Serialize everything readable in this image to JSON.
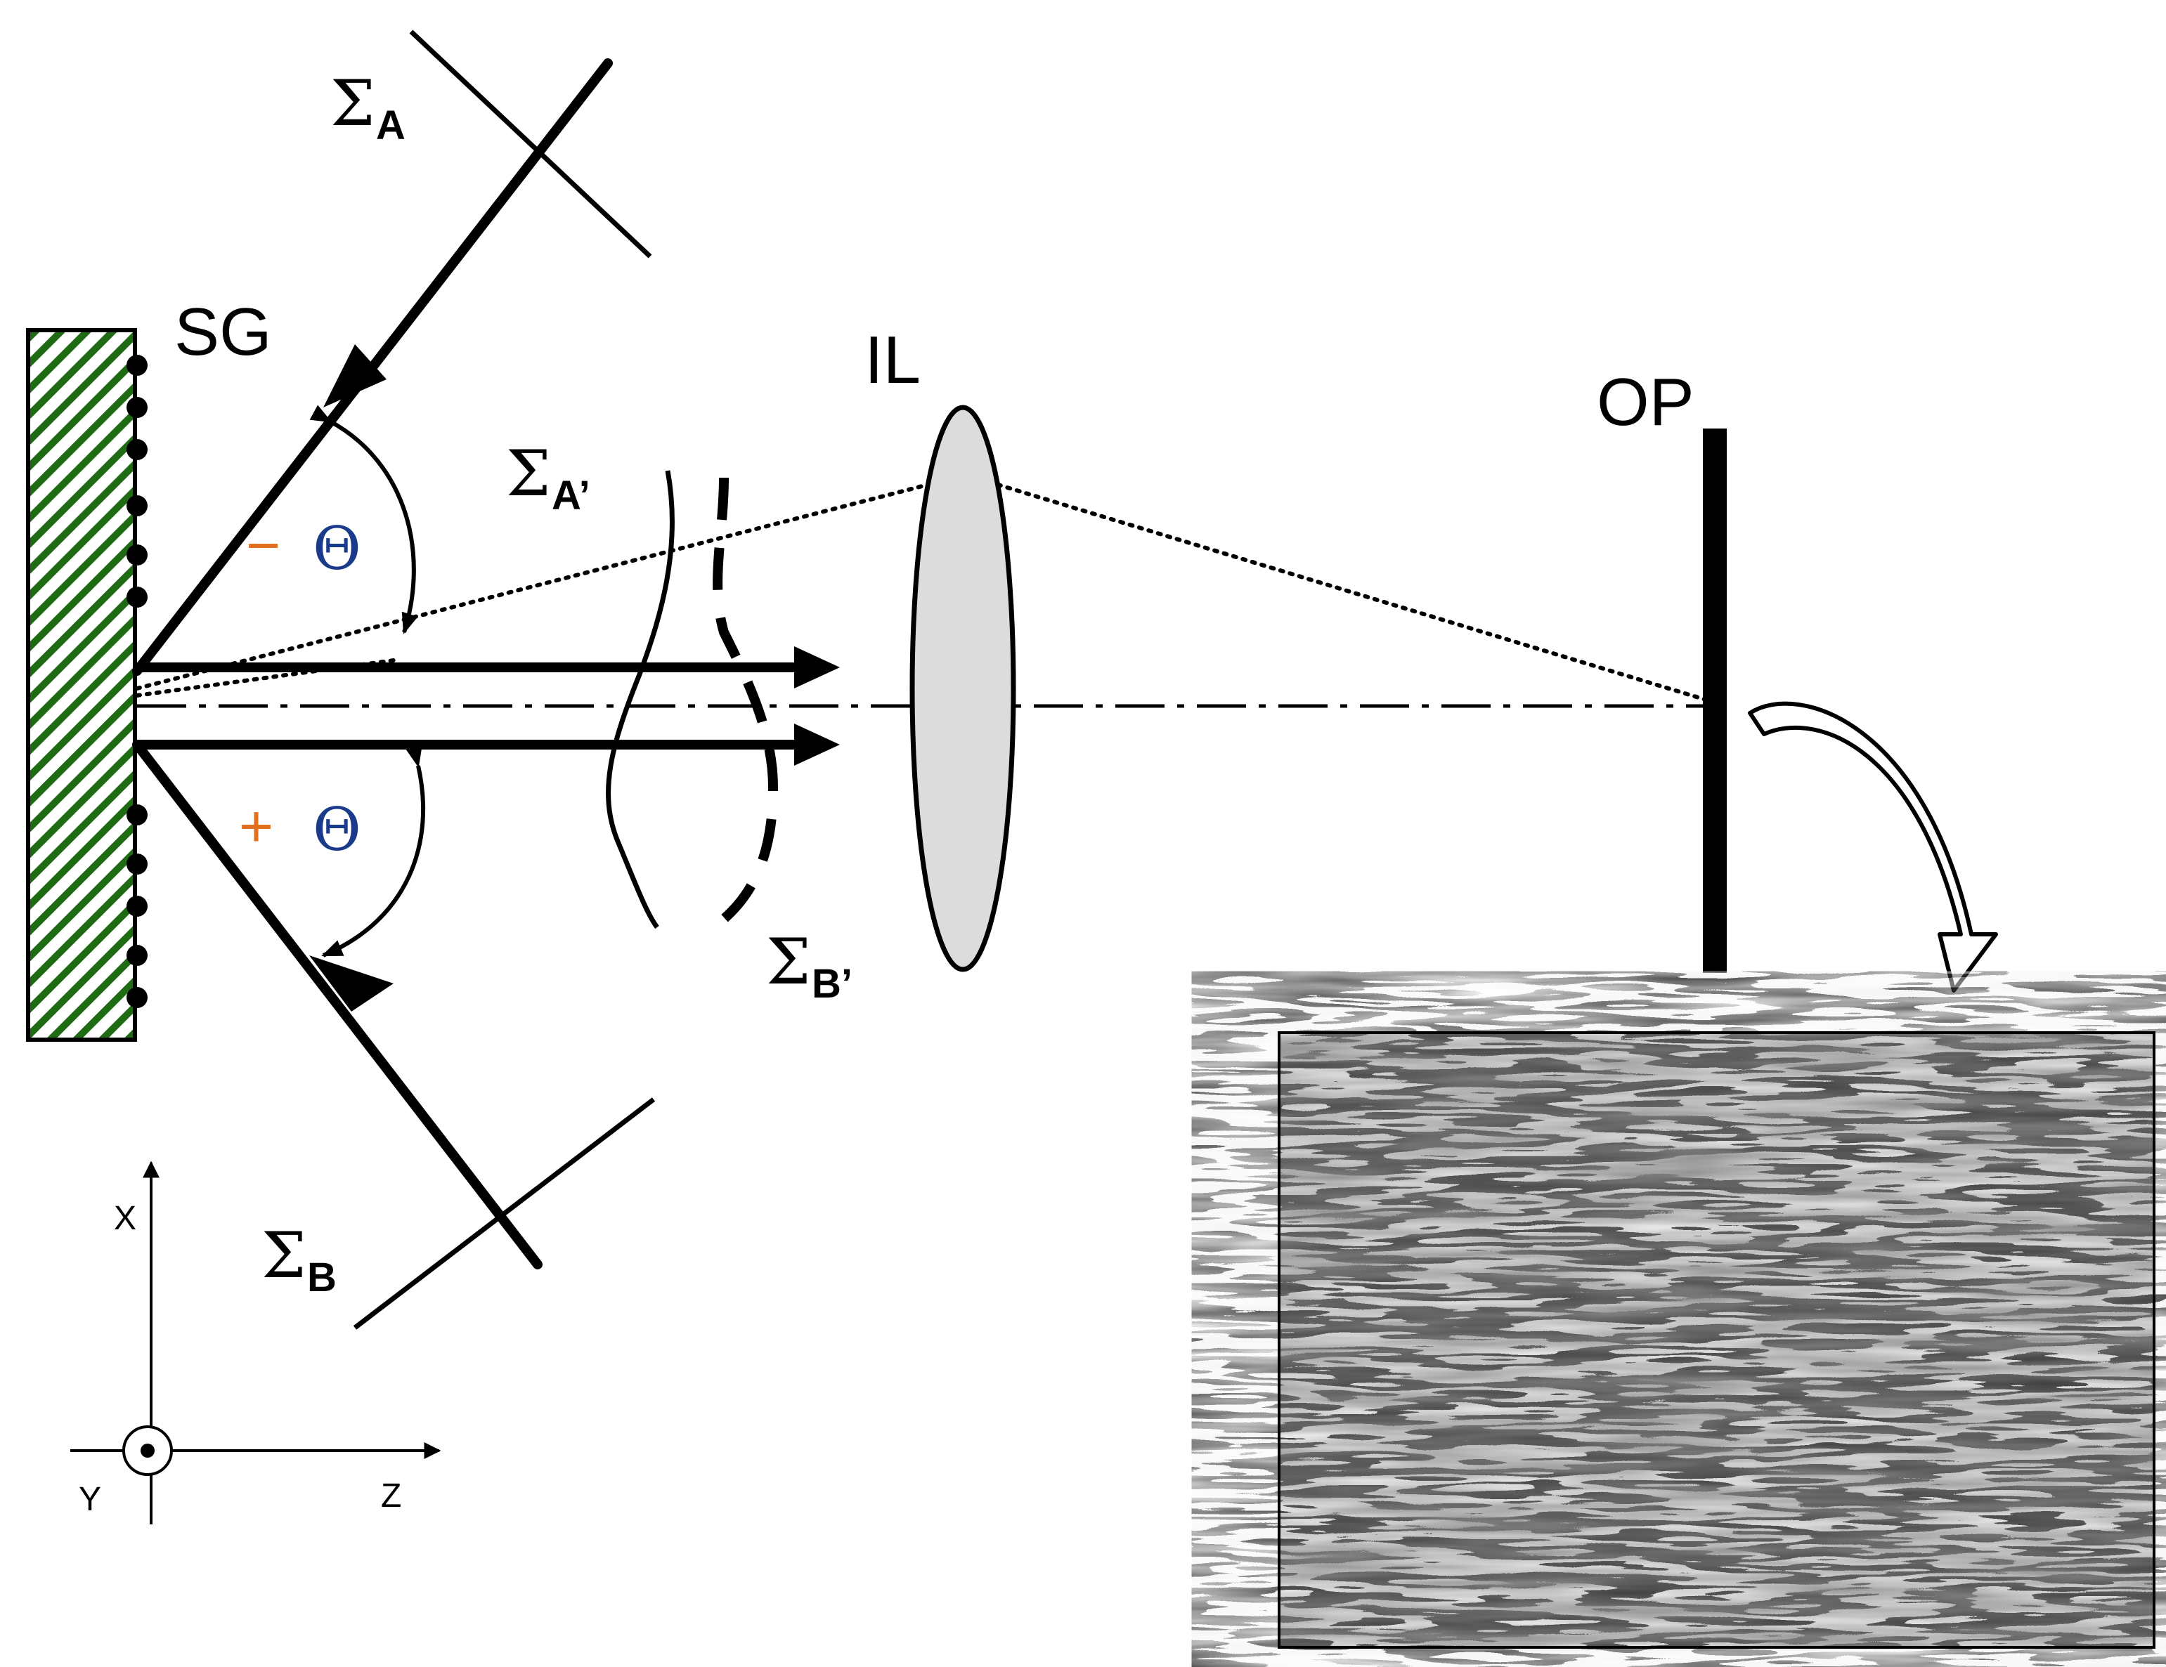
{
  "labels": {
    "grating": "SG",
    "lens": "IL",
    "plane": "OP",
    "sigma_a": {
      "sym": "Σ",
      "sub": "A"
    },
    "sigma_b": {
      "sym": "Σ",
      "sub": "B"
    },
    "sigma_a_prime": {
      "sym": "Σ",
      "sub": "A’"
    },
    "sigma_b_prime": {
      "sym": "Σ",
      "sub": "B’"
    },
    "theta_minus": {
      "sign": "−",
      "sym": "Θ"
    },
    "theta_plus": {
      "sign": "+",
      "sym": "Θ"
    }
  },
  "axes": {
    "x": "X",
    "y": "Y",
    "z": "Z"
  },
  "colors": {
    "grating_hatch": "#1e6b14",
    "theta_sign": "#e07020",
    "theta_symbol": "#1a3a8a",
    "lens_fill": "#dcdcdc"
  }
}
